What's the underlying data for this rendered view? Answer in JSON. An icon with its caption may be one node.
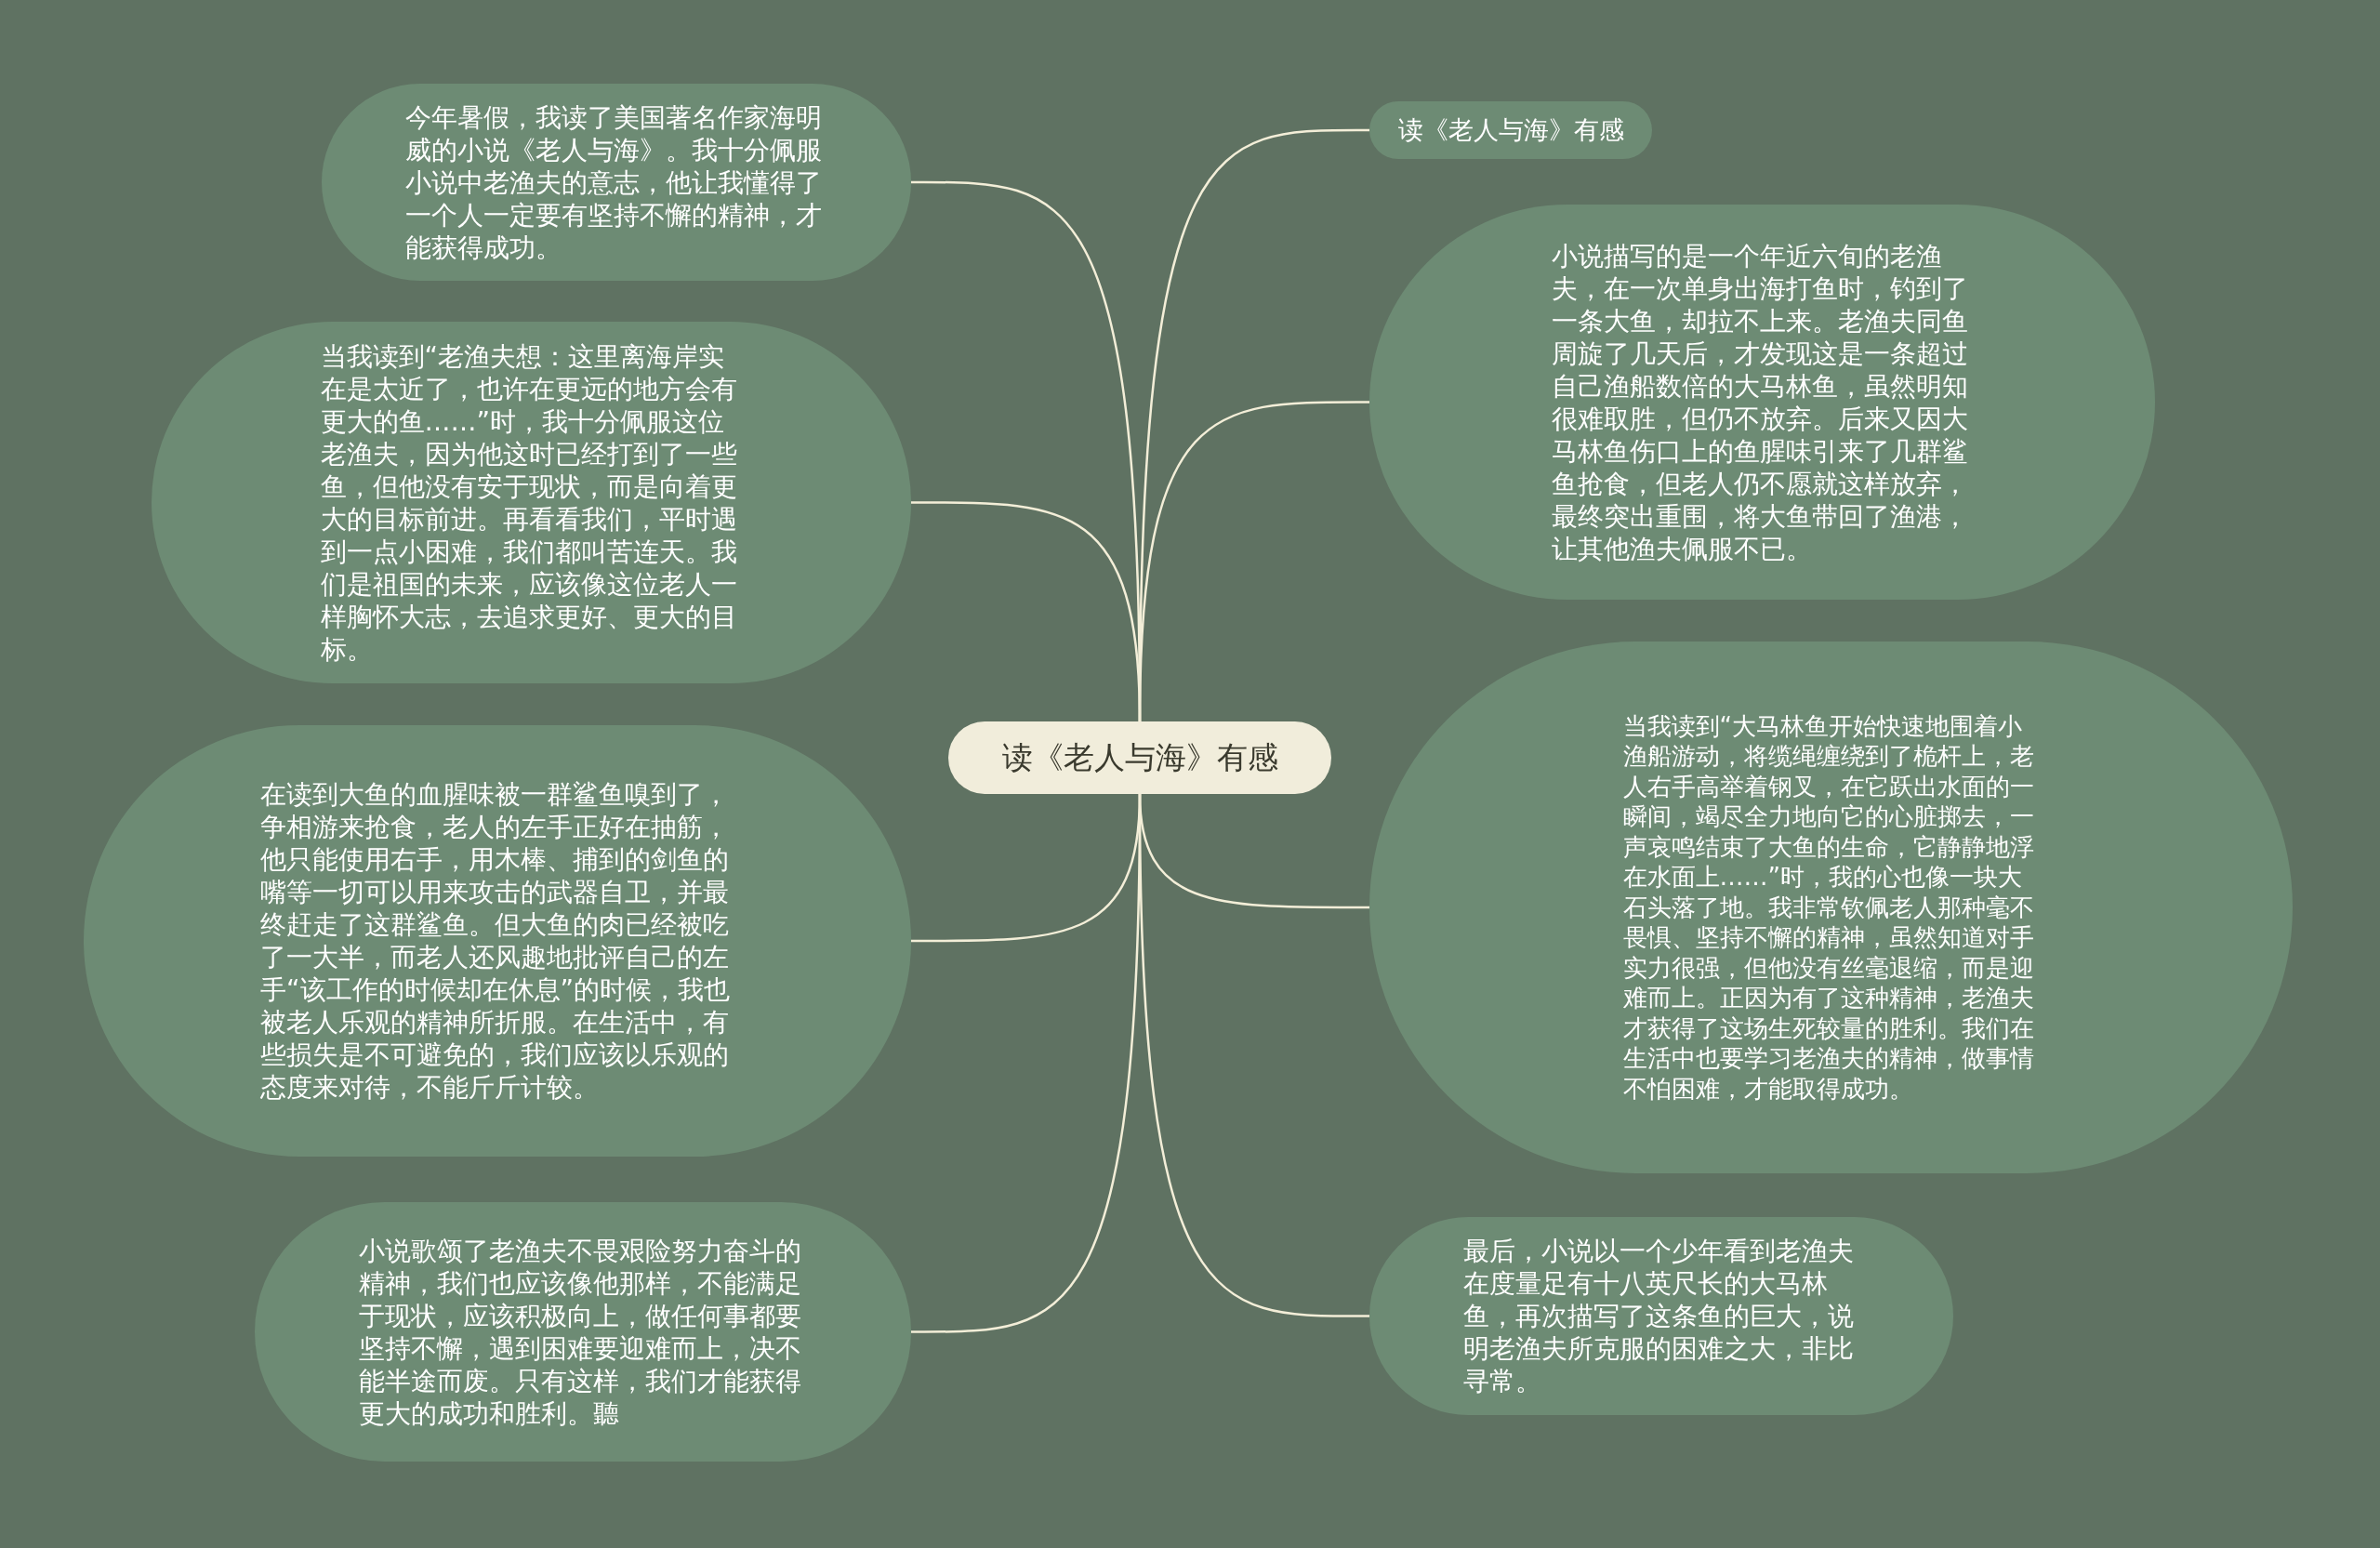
{
  "diagram": {
    "nodes": [
      {
        "text": [
          "读《老人与海》有感"
        ]
      },
      {
        "text": [
          "读《老人与海》有感"
        ]
      },
      {
        "text": [
          "小说描写的是一个年近六旬的老渔夫，在一次单身出海打鱼时，钓到了一条大鱼，却拉不上来。老渔夫同鱼周旋了几天后，才发现这是一条超过自己渔船数倍的大马林鱼，虽然明知很难取胜，但仍不放弃。后来又因大马林鱼伤口上的鱼腥味引来了几群鲨鱼抢食，但老人仍不愿就这样放弃，最终突出重围，将大鱼带回了渔港，让其他渔夫佩服不已。"
        ]
      },
      {
        "text": [
          "当我读到“大马林鱼开始快速地围着小渔船游动，将缆绳缠绕到了桅杆上，老人右手高举着钢叉，在它跃出水面的一瞬间，竭尽全力地向它的心脏掷去，一声哀鸣结束了大鱼的生命，它静静地浮在水面上……”时，我的心也像一块大石头落了地。我非常钦佩老人那种毫不畏惧、坚持不懈的精神，虽然知道对手实力很强，但他没有丝毫退缩，而是迎难而上。正因为有了这种精神，老渔夫才获得了这场生死较量的胜利。我们在生活中也要学习老渔夫的精神，做事情不怕困难，才能取得成功。"
        ]
      },
      {
        "text": [
          "最后，小说以一个少年看到老渔夫在度量足有十八英尺长的大马林鱼，再次描写了这条鱼的巨大，说明老渔夫所克服的困难之大，非比寻常。"
        ]
      },
      {
        "text": [
          "今年暑假，我读了美国著名作家海明威的小说《老人与海》。我十分佩服小说中老渔夫的意志，他让我懂得了一个人一定要有坚持不懈的精神，才能获得成功。"
        ]
      },
      {
        "text": [
          "当我读到“老渔夫想：这里离海岸实在是太近了，也许在更远的地方会有更大的鱼……”时，我十分佩服这位老渔夫，因为他这时已经打到了一些鱼，但他没有安于现状，而是向着更大的目标前进。再看看我们，平时遇到一点小困难，我们都叫苦连天。我们是祖国的未来，应该像这位老人一样胸怀大志，去追求更好、更大的目标。"
        ]
      },
      {
        "text": [
          "在读到大鱼的血腥味被一群鲨鱼嗅到了，争相游来抢食，老人的左手正好在抽筋，他只能使用右手，用木棒、捕到的剑鱼的嘴等一切可以用来攻击的武器自卫，并最终赶走了这群鲨鱼。但大鱼的肉已经被吃了一大半，而老人还风趣地批评自己的左手“该工作的时候却在休息”的时候，我也被老人乐观的精神所折服。在生活中，有些损失是不可避免的，我们应该以乐观的态度来对待，不能斤斤计较。"
        ]
      },
      {
        "text": [
          "小说歌颂了老渔夫不畏艰险努力奋斗的精神，我们也应该像他那样，不能满足于现状，应该积极向上，做任何事都要坚持不懈，遇到困难要迎难而上，决不能半途而废。只有这样，我们才能获得更大的成功和胜利。聽"
        ]
      }
    ],
    "edges": [
      {
        "from": 0,
        "to": 1,
        "arrow": "none"
      },
      {
        "from": 0,
        "to": 2,
        "arrow": "none"
      },
      {
        "from": 0,
        "to": 3,
        "arrow": "none"
      },
      {
        "from": 0,
        "to": 4,
        "arrow": "none"
      },
      {
        "from": 0,
        "to": 5,
        "arrow": "none"
      },
      {
        "from": 0,
        "to": 6,
        "arrow": "none"
      },
      {
        "from": 0,
        "to": 7,
        "arrow": "none"
      },
      {
        "from": 0,
        "to": 8,
        "arrow": "none"
      }
    ]
  }
}
